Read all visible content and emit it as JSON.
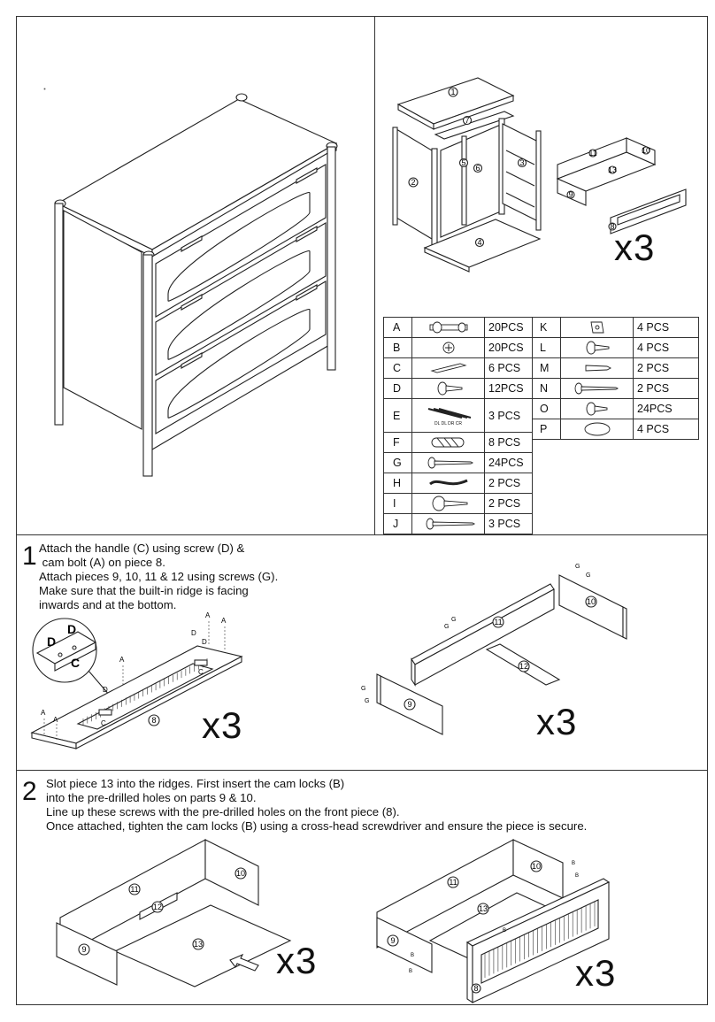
{
  "parts_left": [
    {
      "letter": "A",
      "icon": "cam-bolt-icon",
      "qty": "20PCS"
    },
    {
      "letter": "B",
      "icon": "cam-lock-icon",
      "qty": "20PCS"
    },
    {
      "letter": "C",
      "icon": "handle-icon",
      "qty": "6 PCS"
    },
    {
      "letter": "D",
      "icon": "short-screw-icon",
      "qty": "12PCS"
    },
    {
      "letter": "E",
      "icon": "allen-keys-icon",
      "qty": "3 PCS"
    },
    {
      "letter": "F",
      "icon": "dowel-icon",
      "qty": "8 PCS"
    },
    {
      "letter": "G",
      "icon": "long-screw-icon",
      "qty": "24PCS"
    },
    {
      "letter": "H",
      "icon": "anti-tip-strap-icon",
      "qty": "2 PCS"
    },
    {
      "letter": "I",
      "icon": "wall-screw-icon",
      "qty": "2 PCS"
    },
    {
      "letter": "J",
      "icon": "extra-long-screw-icon",
      "qty": "3  PCS"
    }
  ],
  "parts_right": [
    {
      "letter": "K",
      "icon": "bracket-icon",
      "qty": "4  PCS"
    },
    {
      "letter": "L",
      "icon": "flat-screw-icon",
      "qty": "4  PCS"
    },
    {
      "letter": "M",
      "icon": "wall-plug-icon",
      "qty": "2 PCS"
    },
    {
      "letter": "N",
      "icon": "medium-screw-icon",
      "qty": "2  PCS"
    },
    {
      "letter": "O",
      "icon": "small-screw-icon",
      "qty": "24PCS"
    },
    {
      "letter": "P",
      "icon": "felt-pad-icon",
      "qty": "4 PCS"
    }
  ],
  "allen_key_labels": "DL  DL  DR  CR",
  "x3": "x3",
  "step1": {
    "number": "1",
    "line1": "Attach the handle (C) using screw (D) &",
    "line2": " cam bolt (A) on piece 8.",
    "line3": "Attach pieces 9, 10, 11 & 12 using screws (G).",
    "line4": "Make sure that the built-in ridge is facing",
    "line5": "inwards and at the bottom."
  },
  "step2": {
    "number": "2",
    "line1": "Slot piece 13 into the ridges. First insert the cam locks (B)",
    "line2": "into the pre-drilled holes on parts 9 & 10.",
    "line3": "Line up these screws with the pre-drilled holes on the front piece (8).",
    "line4": "Once attached, tighten the cam locks (B) using a cross-head screwdriver and ensure the piece is secure."
  },
  "labels": {
    "A": "A",
    "B": "B",
    "C": "C",
    "D": "D",
    "G": "G",
    "p1": "1",
    "p2": "2",
    "p3": "3",
    "p4": "4",
    "p5": "5",
    "p6": "6",
    "p7": "7",
    "p8": "8",
    "p9": "9",
    "p10": "10",
    "p11": "11",
    "p12": "12",
    "p13": "13"
  }
}
